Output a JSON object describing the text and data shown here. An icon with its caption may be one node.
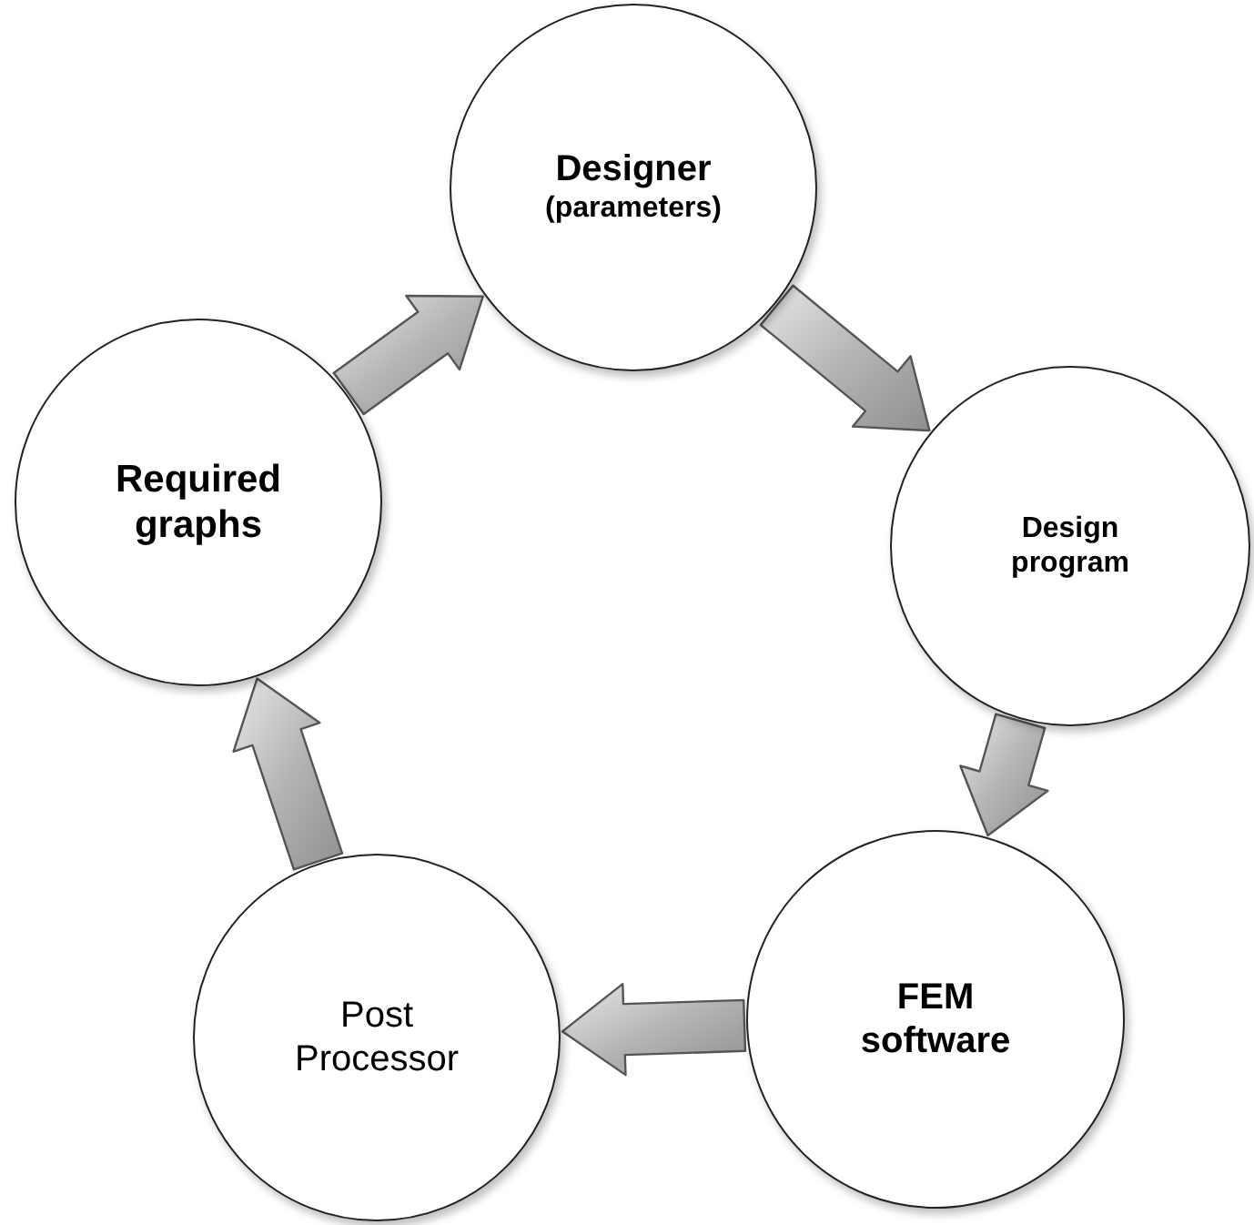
{
  "diagram": {
    "nodes": [
      {
        "text": [
          "Designer",
          "(parameters)"
        ]
      },
      {
        "text": [
          "Design program"
        ]
      },
      {
        "text": [
          "FEM software"
        ]
      },
      {
        "text": [
          "Post Processor"
        ]
      },
      {
        "text": [
          "Required graphs"
        ]
      }
    ],
    "edges": [
      {
        "from": 0,
        "to": 1,
        "arrow": "to"
      },
      {
        "from": 1,
        "to": 2,
        "arrow": "to"
      },
      {
        "from": 2,
        "to": 3,
        "arrow": "to"
      },
      {
        "from": 3,
        "to": 4,
        "arrow": "to"
      },
      {
        "from": 4,
        "to": 0,
        "arrow": "to"
      }
    ]
  }
}
